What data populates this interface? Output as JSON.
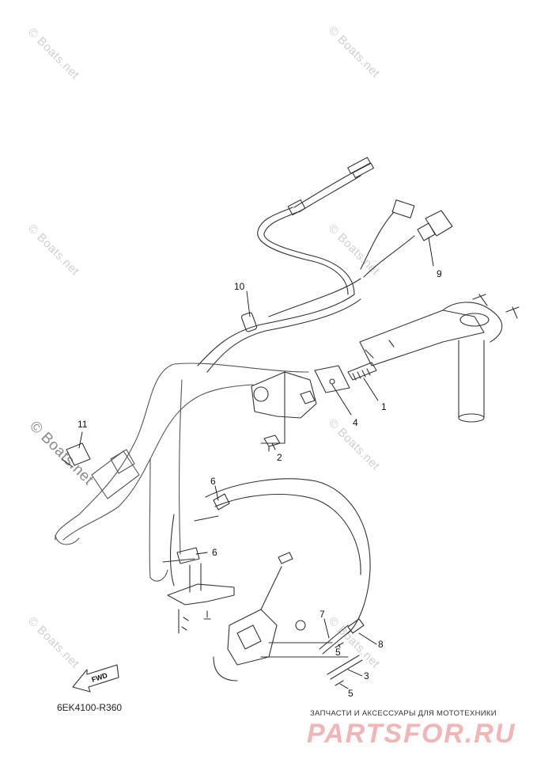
{
  "watermark": "© Boats.net",
  "diagram_code": "6EK4100-R360",
  "fwd_label": "FWD",
  "ad": {
    "tagline": "ЗАПЧАСТИ И АКСЕССУАРЫ ДЛЯ МОТОТЕХНИКИ",
    "logo": "PARTSFOR.RU"
  },
  "callouts": [
    "1",
    "2",
    "3",
    "4",
    "5",
    "5",
    "6",
    "6",
    "7",
    "8",
    "9",
    "10",
    "11"
  ]
}
